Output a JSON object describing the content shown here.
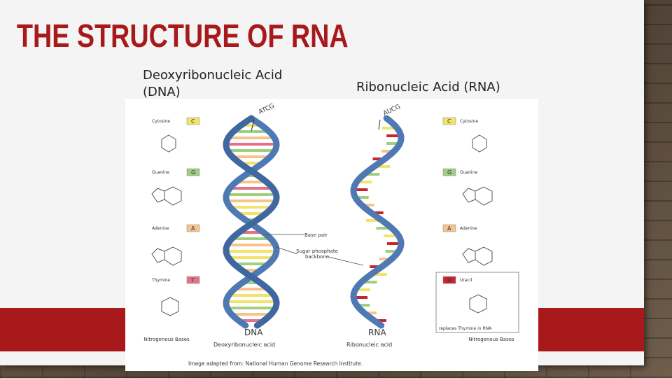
{
  "slide": {
    "title": "THE STRUCTURE OF RNA",
    "dna_label": "Deoxyribonucleic Acid (DNA)",
    "rna_label": "Ribonucleic Acid (RNA)"
  },
  "figure": {
    "left_bases": [
      {
        "letter": "C",
        "name": "Cytosine"
      },
      {
        "letter": "G",
        "name": "Guanine"
      },
      {
        "letter": "A",
        "name": "Adenine"
      },
      {
        "letter": "T",
        "name": "Thymine"
      }
    ],
    "right_bases": [
      {
        "letter": "C",
        "name": "Cytosine"
      },
      {
        "letter": "G",
        "name": "Guanine"
      },
      {
        "letter": "A",
        "name": "Adenine"
      },
      {
        "letter": "U",
        "name": "Uracil"
      }
    ],
    "uracil_note": "replaces Thymine in RNA",
    "helix_tags": {
      "dna": "ATCG",
      "rna": "AUCG"
    },
    "callouts": {
      "base_pair": "Base pair",
      "backbone": "Sugar phosphate backbone"
    },
    "helix_titles": {
      "dna": "DNA",
      "rna": "RNA"
    },
    "helix_subtitles": {
      "dna": "Deoxyribonucleic acid",
      "rna": "Ribonucleic acid"
    },
    "nitrogenous_left": "Nitrogenous Bases",
    "nitrogenous_right": "Nitrogenous Bases",
    "credit": "Image adapted from: National Human Genome Research Institute.",
    "colors": {
      "backbone": "#4f79b3",
      "C": "#f3e36a",
      "G": "#9fd07f",
      "A": "#f6c48a",
      "T": "#e4708a",
      "U": "#c8242f"
    }
  }
}
